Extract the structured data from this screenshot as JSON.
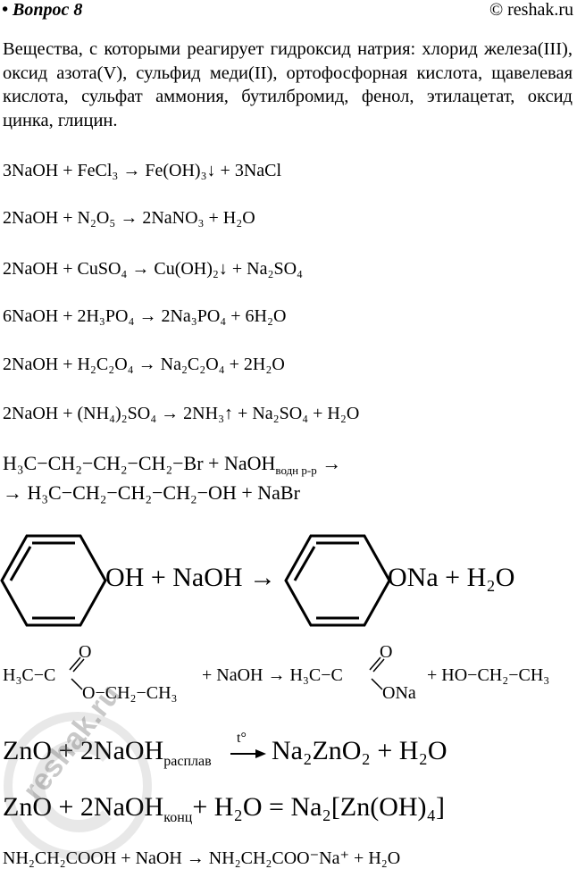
{
  "header": {
    "question": "• Вопрос 8",
    "site": "© reshak.ru"
  },
  "intro": "Вещества, с которыми реагирует гидроксид натрия: хлорид железа(III), оксид азота(V), сульфид меди(II), ортофосфорная кислота, щавелевая кислота, сульфат аммония, бутилбромид, фенол, этилацетат, оксид цинка, глицин.",
  "equations": [
    "3NaOH + FeCl₃ → Fe(OH)₃↓ + 3NaCl",
    "2NaOH + N₂O₅ → 2NaNO₃ + H₂O",
    "2NaOH + CuSO₄ → Cu(OH)₂↓ + Na₂SO₄",
    "6NaOH + 2H₃PO₄ → 2Na₃PO₄ + 6H₂O",
    "2NaOH + H₂C₂O₄ → Na₂C₂O₄ + 2H₂O",
    "2NaOH + (NH₄)₂SO₄ → 2NH₃↑ + Na₂SO₄ + H₂O"
  ],
  "butyl": {
    "line1": "H₃C−CH₂−CH₂−CH₂−Br + NaOH",
    "line1_sub": "водн р-р",
    "line1_arrow": " →",
    "line2": "→ H₃C−CH₂−CH₂−CH₂−OH + NaBr"
  },
  "phenol": {
    "left_group": "OH + NaOH →",
    "right_group": "ONa + H₂O"
  },
  "ester": {
    "lhs_carbon": "H₃C−C",
    "lhs_O_top": "O",
    "lhs_O_ether": "O−CH₂−CH₃",
    "mid": "+ NaOH → H₃C−C",
    "rhs_O_top": "O",
    "rhs_ONa": "ONa",
    "tail": "+ HO−CH₂−CH₃"
  },
  "zno": {
    "line1_start": "ZnO + 2NaOH",
    "line1_sub": "расплав",
    "line1_over": "t°",
    "line1_end": "Na₂ZnO₂ + H₂O",
    "line2_start": "ZnO + 2NaOH",
    "line2_sub": "конц",
    "line2_end": "+ H₂O = Na₂[Zn(OH)₄]"
  },
  "glycine": "NH₂CH₂COOH + NaOH → NH₂CH₂COO⁻Na⁺ + H₂O",
  "watermark": "reshak.ru"
}
